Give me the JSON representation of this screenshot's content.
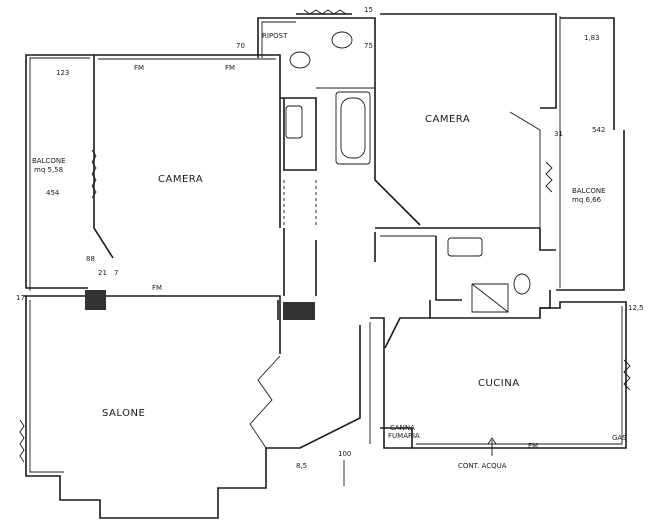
{
  "rooms": {
    "camera_left": "CAMERA",
    "camera_right": "CAMERA",
    "salone": "SALONE",
    "cucina": "CUCINA",
    "balcone_left": "BALCONE",
    "balcone_left_area": "mq 5,58",
    "balcone_right": "BALCONE",
    "balcone_right_area": "mq 6,66",
    "ripost": "RIPOST",
    "canna": "CANNA",
    "fumaria": "FUMARIA"
  },
  "labels": {
    "fm_1": "FM",
    "fm_2": "FM",
    "fm_3": "FM",
    "fm_4": "FM",
    "gas": "GAS",
    "cont_acqua": "CONT. ACQUA"
  },
  "dimensions": {
    "d_123": "123",
    "d_454": "454",
    "d_88": "88",
    "d_21": "21",
    "d_7": "7",
    "d_17": "17",
    "d_70": "70",
    "d_75": "75",
    "d_15": "15",
    "d_183": "1,83",
    "d_542": "542",
    "d_31": "31",
    "d_125": "12,5",
    "d_85": "8,5",
    "d_100": "100"
  }
}
